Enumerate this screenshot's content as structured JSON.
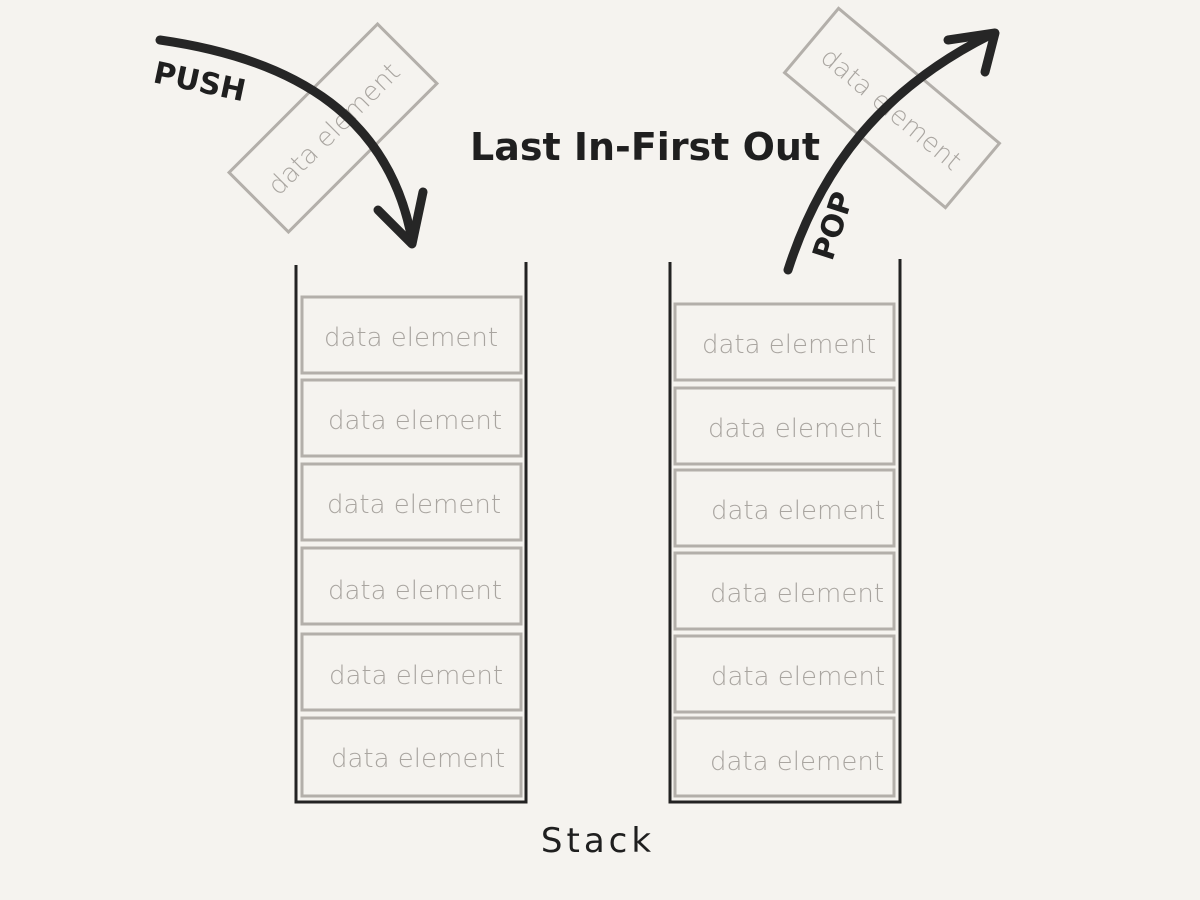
{
  "diagram": {
    "title": "Last In-First Out",
    "caption": "Stack",
    "push_label": "PUSH",
    "pop_label": "POP",
    "element_label": "data element",
    "left_stack": {
      "elements": [
        "data element",
        "data element",
        "data element",
        "data element",
        "data element",
        "data element"
      ]
    },
    "right_stack": {
      "elements": [
        "data element",
        "data element",
        "data element",
        "data element",
        "data element",
        "data element"
      ]
    },
    "pushed_element_label": "data element",
    "popped_element_label": "data element"
  }
}
